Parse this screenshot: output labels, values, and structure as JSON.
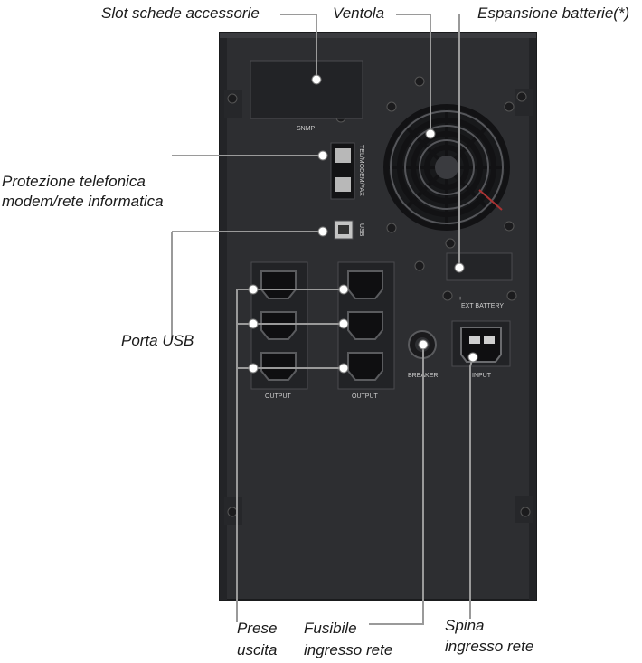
{
  "callouts": {
    "slot": "Slot schede accessorie",
    "fan": "Ventola",
    "battery": "Espansione batterie(*)",
    "phone_line1": "Protezione telefonica",
    "phone_line2": "modem/rete informatica",
    "usb": "Porta USB",
    "outlets_line1": "Prese",
    "outlets_line2": "uscita",
    "breaker_line1": "Fusibile",
    "breaker_line2": "ingresso rete",
    "input_line1": "Spina",
    "input_line2": "ingresso rete"
  },
  "panel_labels": {
    "snmp": "SNMP",
    "tel": "TEL/MODEM/FAX",
    "usb": "USB",
    "output_left": "OUTPUT",
    "output_right": "OUTPUT",
    "breaker": "BREAKER",
    "input": "INPUT",
    "ext_battery": "EXT BATTERY",
    "plus": "+"
  },
  "colors": {
    "chassis": "#2c2d30",
    "panel_edge": "#1c1d1f",
    "leader": "#9a9a9a",
    "dot": "#ffffff"
  }
}
